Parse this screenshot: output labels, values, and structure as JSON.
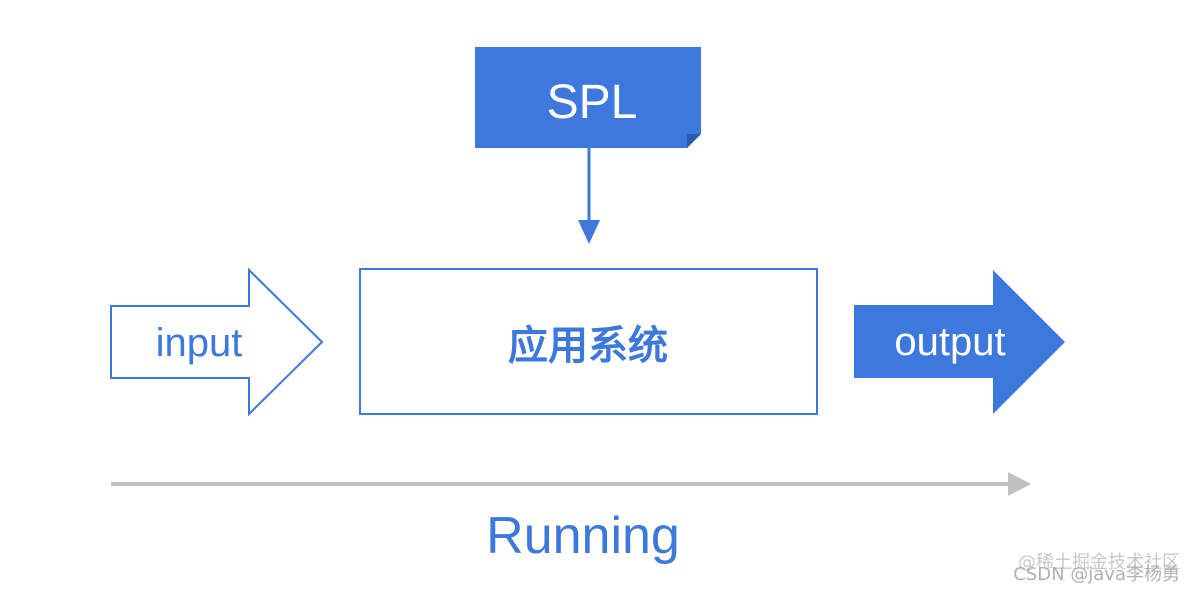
{
  "diagram": {
    "spl_label": "SPL",
    "system_label": "应用系统",
    "input_label": "input",
    "output_label": "output",
    "running_label": "Running"
  },
  "watermark": {
    "line1": "@稀土掘金技术社区",
    "line2": "CSDN @java李杨勇"
  },
  "colors": {
    "primary_blue": "#3d78dc",
    "timeline_gray": "#c0c0c0"
  }
}
